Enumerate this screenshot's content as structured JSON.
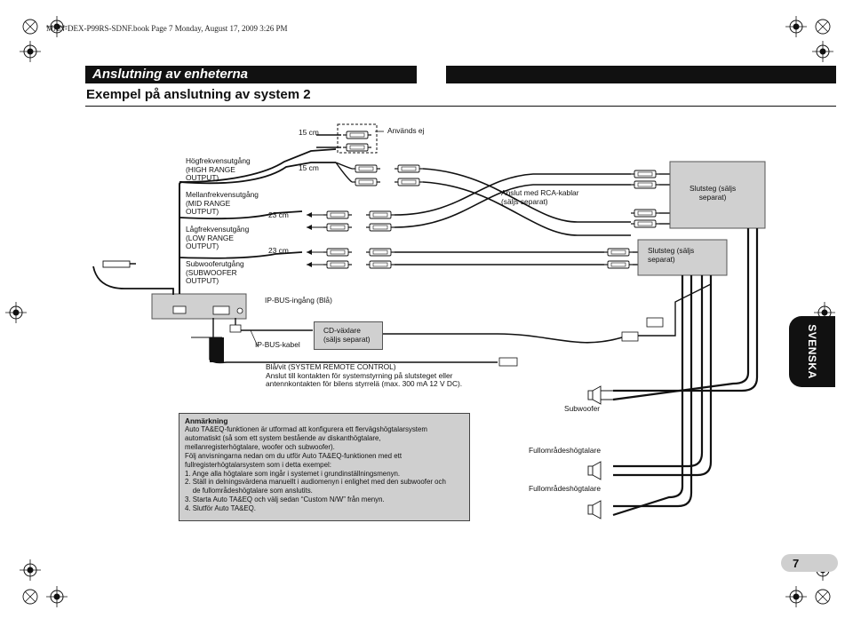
{
  "book_line": "MAN-DEX-P99RS-SDNF.book  Page 7  Monday, August 17, 2009  3:26 PM",
  "header": {
    "title": "Anslutning av enheterna",
    "subtitle": "Exempel på anslutning av system 2"
  },
  "side_tab": "SVENSKA",
  "page_number": "7",
  "diagram": {
    "outputs": {
      "high": [
        "Högfrekvensutgång",
        "(HIGH RANGE",
        "OUTPUT)"
      ],
      "mid": [
        "Mellanfrekvensutgång",
        "(MID RANGE",
        "OUTPUT)"
      ],
      "low": [
        "Lågfrekvensutgång",
        "(LOW RANGE",
        "OUTPUT)"
      ],
      "sub": [
        "Subwooferutgång",
        "(SUBWOOFER",
        "OUTPUT)"
      ]
    },
    "lengths": {
      "top": "15 cm",
      "second": "15 cm",
      "mid": "23 cm",
      "low": "23 cm"
    },
    "unused": "Används ej",
    "rca_cables": [
      "Anslut med RCA-kablar",
      "(säljs separat)"
    ],
    "amp_top": [
      "Slutsteg (säljs",
      "separat)"
    ],
    "amp_bottom": [
      "Slutsteg (säljs",
      "separat)"
    ],
    "ip_bus_input": "IP-BUS-ingång (Blå)",
    "ip_bus_cable": "IP-BUS-kabel",
    "cd_changer": [
      "CD-växlare",
      "(säljs separat)"
    ],
    "blue_white": [
      "Blå/vit (SYSTEM REMOTE CONTROL)",
      "Anslut till kontakten för systemstyrning på slutsteget eller",
      "antennkontakten för bilens styrrelä (max. 300 mA 12 V DC)."
    ],
    "subwoofer": "Subwoofer",
    "fullrange_1": "Fullområdeshögtalare",
    "fullrange_2": "Fullområdeshögtalare"
  },
  "note": {
    "title": "Anmärkning",
    "lines": [
      "Auto TA&EQ-funktionen är utformad att konfigurera ett flervägshögtalarsystem",
      "automatiskt (så som ett system bestående av diskanthögtalare,",
      "mellanregisterhögtalare, woofer och subwoofer).",
      "Följ anvisningarna nedan om du utför Auto TA&EQ-funktionen med ett",
      "fullregisterhögtalarsystem som i detta exempel:",
      "1. Ange alla högtalare som ingår i systemet i grundinställningsmenyn.",
      "2. Ställ in delningsvärdena manuellt i audiomenyn i enlighet med den subwoofer och",
      "    de fullområdeshögtalare som anslutits.",
      "3. Starta Auto TA&EQ och välj sedan “Custom N/W” från menyn.",
      "4. Slutför Auto TA&EQ."
    ]
  }
}
